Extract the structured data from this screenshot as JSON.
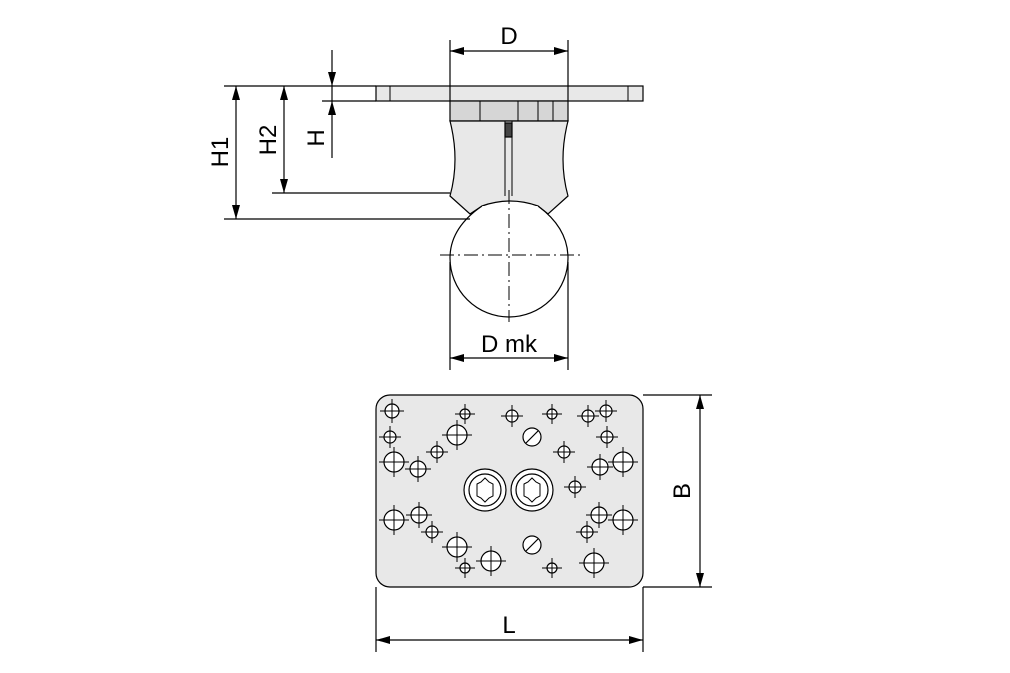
{
  "dimensions": {
    "d": "D",
    "d_mk": "D mk",
    "h1": "H1",
    "h2": "H2",
    "h": "H",
    "b": "B",
    "l": "L"
  }
}
